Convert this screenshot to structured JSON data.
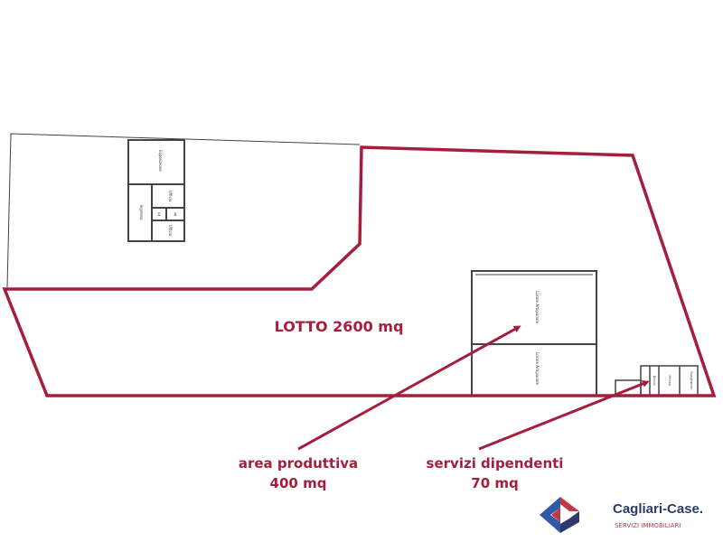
{
  "plan": {
    "rooms_building1": [
      "Esposizione",
      "Ingresso",
      "Ufficio",
      "Ufficio",
      "D",
      "B"
    ],
    "rooms_building2": [
      "Locale Artigianale",
      "Locale Artigianale"
    ],
    "rooms_services": [
      "Docce",
      "Mensa",
      "Spogliatoio",
      "B"
    ]
  },
  "annotations": {
    "lotto": "LOTTO 2600 mq",
    "area_produttiva_line1": "area produttiva",
    "area_produttiva_line2": "400 mq",
    "servizi_line1": "servizi dipendenti",
    "servizi_line2": "70 mq"
  },
  "logo": {
    "name": "Cagliari-Case.",
    "tagline": "SERVIZI IMMOBILIARI"
  },
  "colors": {
    "accent": "#a51e3c",
    "brand_blue": "#2e3a6e",
    "line": "#333333"
  }
}
